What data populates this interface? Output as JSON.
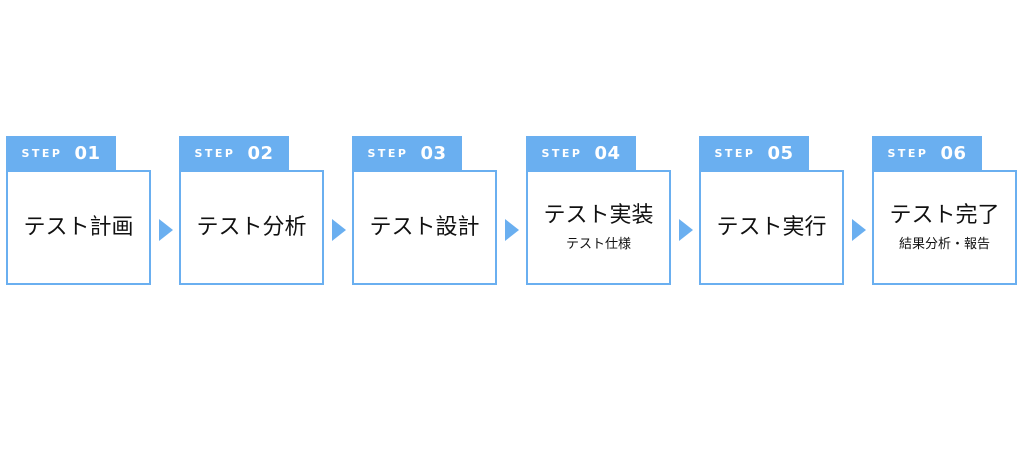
{
  "colors": {
    "accent": "#6aaff0",
    "text": "#111111",
    "background": "#ffffff"
  },
  "steps": [
    {
      "step_word": "STEP",
      "number": "01",
      "title": "テスト計画",
      "subtitle": ""
    },
    {
      "step_word": "STEP",
      "number": "02",
      "title": "テスト分析",
      "subtitle": ""
    },
    {
      "step_word": "STEP",
      "number": "03",
      "title": "テスト設計",
      "subtitle": ""
    },
    {
      "step_word": "STEP",
      "number": "04",
      "title": "テスト実装",
      "subtitle": "テスト仕様"
    },
    {
      "step_word": "STEP",
      "number": "05",
      "title": "テスト実行",
      "subtitle": ""
    },
    {
      "step_word": "STEP",
      "number": "06",
      "title": "テスト完了",
      "subtitle": "結果分析・報告"
    }
  ]
}
